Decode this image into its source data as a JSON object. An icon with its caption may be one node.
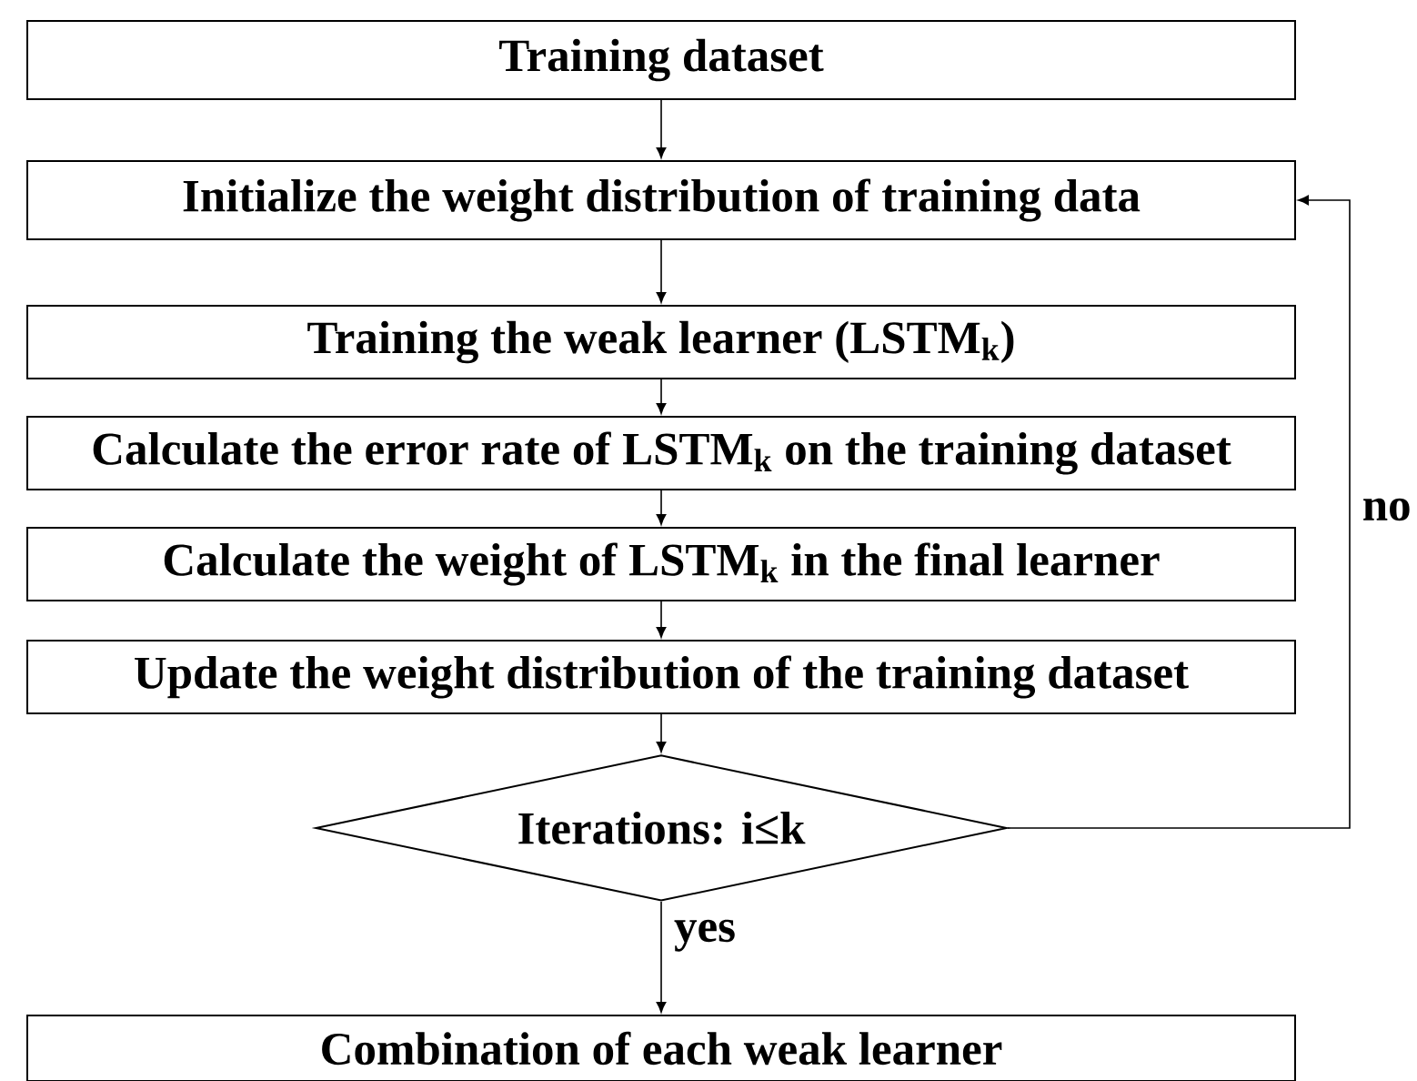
{
  "diagram": {
    "nodes": [
      {
        "text": [
          "Training dataset"
        ]
      },
      {
        "text": [
          "Initialize the weight distribution of training data"
        ]
      },
      {
        "text": [
          "Training the weak learner (LSTM$_{k}$)"
        ]
      },
      {
        "text": [
          "Calculate the error rate of LSTM$_{k}$ on the training dataset"
        ]
      },
      {
        "text": [
          "Calculate the weight of LSTM$_{k}$ in the final learner"
        ]
      },
      {
        "text": [
          "Update the weight distribution of the training dataset"
        ]
      },
      {
        "text": [
          "Iterations: i≤k"
        ]
      },
      {
        "text": [
          "Combination of each weak learner"
        ]
      }
    ],
    "edges": [
      {
        "from": 0,
        "to": 1,
        "arrow": "to"
      },
      {
        "from": 1,
        "to": 2,
        "arrow": "to"
      },
      {
        "from": 2,
        "to": 3,
        "arrow": "to"
      },
      {
        "from": 3,
        "to": 4,
        "arrow": "to"
      },
      {
        "from": 4,
        "to": 5,
        "arrow": "to"
      },
      {
        "from": 5,
        "to": 6,
        "arrow": "to"
      },
      {
        "from": 6,
        "to": 7,
        "arrow": "to",
        "label": "yes"
      },
      {
        "from": 6,
        "to": 1,
        "arrow": "to",
        "label": "no"
      }
    ]
  }
}
